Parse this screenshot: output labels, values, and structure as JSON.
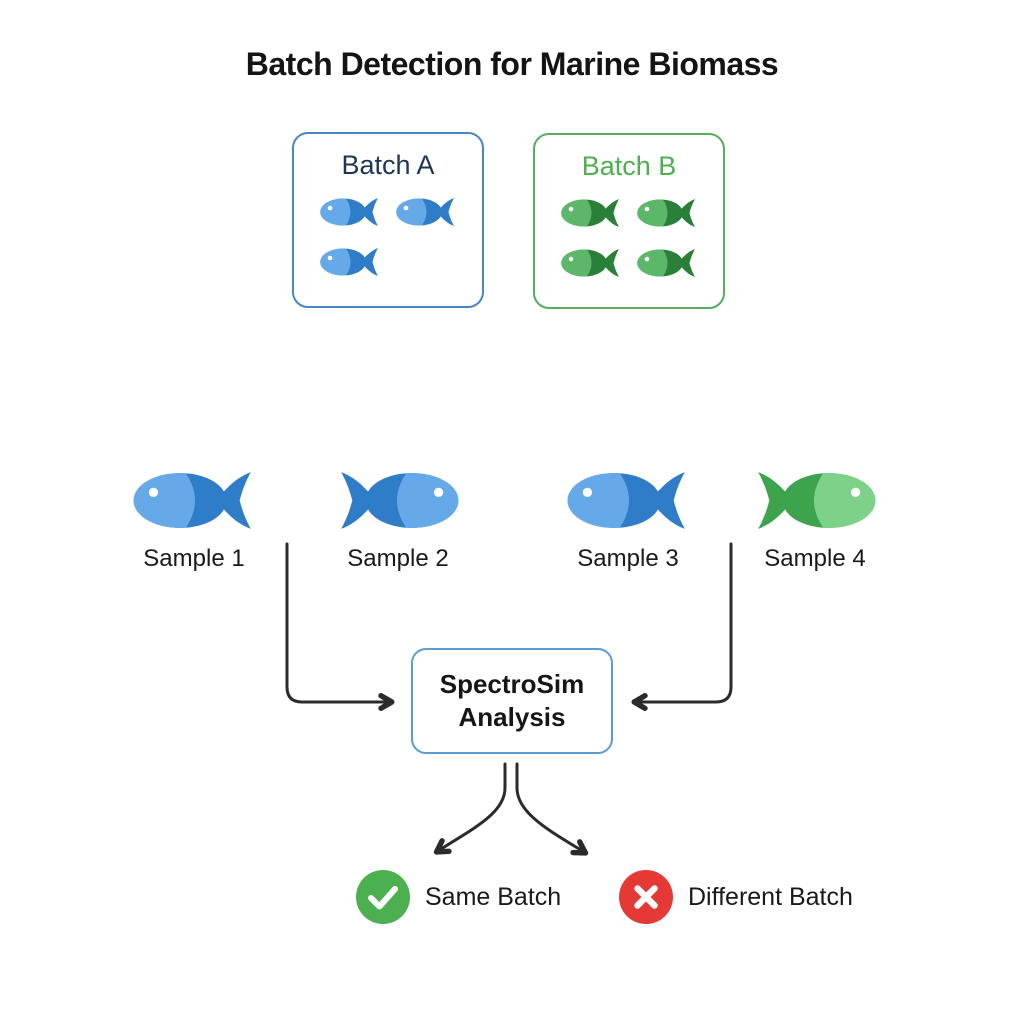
{
  "title": "Batch Detection for Marine Biomass",
  "batches": [
    {
      "label": "Batch A",
      "fish_count": 3,
      "fish_color": "blue"
    },
    {
      "label": "Batch B",
      "fish_count": 4,
      "fish_color": "green"
    }
  ],
  "samples": [
    {
      "label": "Sample 1",
      "fish_color": "blue",
      "facing": "left"
    },
    {
      "label": "Sample 2",
      "fish_color": "blue",
      "facing": "right"
    },
    {
      "label": "Sample 3",
      "fish_color": "blue",
      "facing": "left"
    },
    {
      "label": "Sample 4",
      "fish_color": "green",
      "facing": "right"
    }
  ],
  "analysis": {
    "line1": "SpectroSim",
    "line2": "Analysis"
  },
  "results": [
    {
      "label": "Same Batch",
      "icon": "check-icon",
      "color": "#4CAF50"
    },
    {
      "label": "Different Batch",
      "icon": "x-icon",
      "color": "#E53935"
    }
  ],
  "colors": {
    "title_text": "#141414",
    "batch_a_border": "#4A85C6",
    "batch_a_label": "#1D3557",
    "batch_b_border": "#56AC60",
    "batch_b_label": "#4CAF50",
    "fish_blue_body": "#2F7CC9",
    "fish_blue_head": "#66A9E8",
    "fish_green_dark_body": "#2B8039",
    "fish_green_dark_head": "#5CB868",
    "fish_green_body": "#3EA34D",
    "fish_green_head": "#7ED189",
    "analysis_border": "#5B9BD5",
    "success_green": "#4CAF50",
    "error_red": "#E53935",
    "arrow_stroke": "#2B2B2B",
    "label_text": "#1A1A1A"
  }
}
